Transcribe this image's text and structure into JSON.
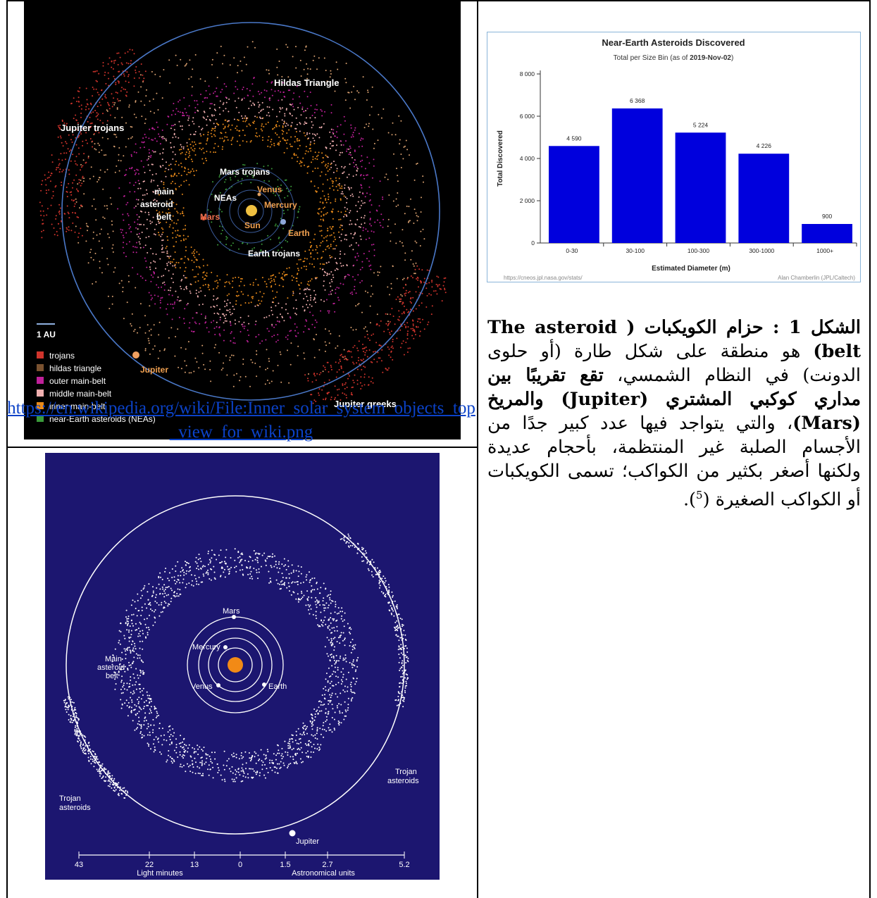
{
  "figure1": {
    "labels": {
      "hildas_triangle": "Hildas Triangle",
      "jupiter_trojans": "Jupiter trojans",
      "mars_trojans": "Mars trojans",
      "neas": "NEAs",
      "venus": "Venus",
      "mercury": "Mercury",
      "main_asteroid_belt": [
        "main",
        "asteroid",
        "belt"
      ],
      "mars": "Mars",
      "sun": "Sun",
      "earth": "Earth",
      "earth_trojans": "Earth trojans",
      "scale": "1 AU",
      "jupiter": "Jupiter",
      "jupiter_greeks": "Jupiter greeks"
    },
    "legend": [
      {
        "label": "trojans",
        "color": "#d0342c"
      },
      {
        "label": "hildas triangle",
        "color": "#7a5230"
      },
      {
        "label": "outer main-belt",
        "color": "#c0209a"
      },
      {
        "label": "middle main-belt",
        "color": "#f0b0b0"
      },
      {
        "label": "inner main-belt",
        "color": "#e88a1a"
      },
      {
        "label": "near-Earth asteroids (NEAs)",
        "color": "#3a9a3a"
      }
    ],
    "source_link": "https://en.wikipedia.org/wiki/File:Inner_solar_system_objects_top_view_for_wiki.png"
  },
  "figure2": {
    "labels": {
      "mars": "Mars",
      "mercury": "Mercury",
      "venus": "Venus",
      "earth": "Earth",
      "main_asteroid_belt": [
        "Main",
        "asteroid",
        "belt"
      ],
      "trojan_left": [
        "Trojan",
        "asteroids"
      ],
      "trojan_right": [
        "Trojan",
        "asteroids"
      ],
      "jupiter": "Jupiter"
    },
    "scale_ticks": [
      "43",
      "22",
      "13",
      "0",
      "1.5",
      "2.7",
      "5.2"
    ],
    "scale_left_label": "Light minutes",
    "scale_right_label": "Astronomical units"
  },
  "chart_data": {
    "type": "bar",
    "title": "Near-Earth Asteroids Discovered",
    "subtitle_prefix": "Total per Size Bin (as of ",
    "subtitle_date": "2019-Nov-02",
    "subtitle_suffix": ")",
    "categories": [
      "0-30",
      "30-100",
      "100-300",
      "300-1000",
      "1000+"
    ],
    "values": [
      4590,
      6368,
      5224,
      4226,
      900
    ],
    "value_labels": [
      "4 590",
      "6 368",
      "5 224",
      "4 226",
      "900"
    ],
    "xlabel": "Estimated Diameter (m)",
    "ylabel": "Total Discovered",
    "ylim": [
      0,
      8000
    ],
    "yticks": [
      0,
      2000,
      4000,
      6000,
      8000
    ],
    "ytick_labels": [
      "0",
      "2 000",
      "4 000",
      "6 000",
      "8 000"
    ],
    "bar_color": "#0000dd",
    "footer_left": "https://cneos.jpl.nasa.gov/stats/",
    "footer_right": "Alan Chamberlin (JPL/Caltech)"
  },
  "caption": {
    "prefix": "الشكل 1 : حزام الكويكبات ( The asteroid belt)",
    "part1": " هو منطقة على شكل طارة (أو حلوى الدونت) في النظام الشمسي، ",
    "bold2": "تقع تقريبًا بين مداري كوكبي المشتري (Jupiter) والمريخ (Mars)",
    "part3": "، والتي يتواجد فيها عدد كبير جدًا من الأجسام الصلبة غير المنتظمة، بأحجام عديدة ولكنها أصغر بكثير من الكواكب؛ تسمى الكويكبات أو الكواكب الصغيرة (",
    "sup": "5",
    "part4": ")."
  }
}
